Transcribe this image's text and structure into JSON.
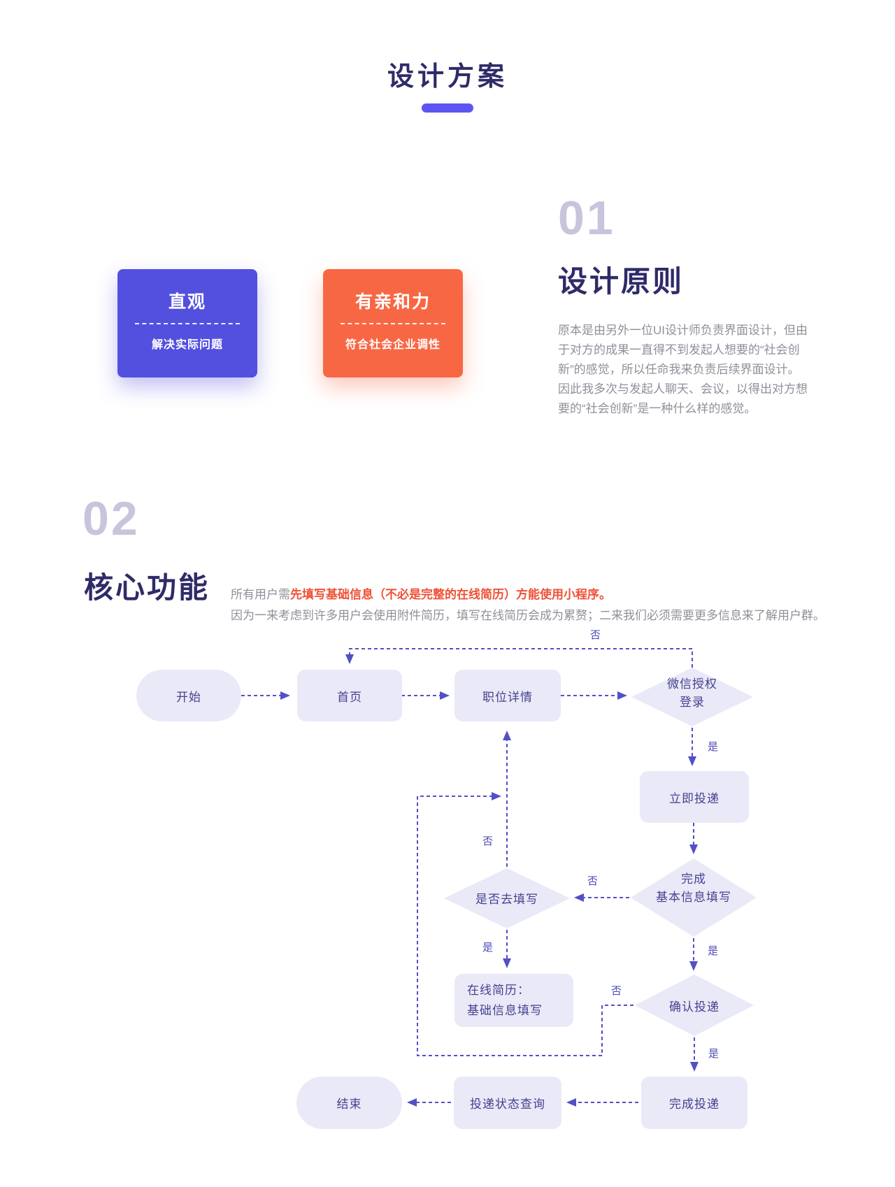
{
  "title": {
    "text": "设计方案"
  },
  "section_01": {
    "number": "01",
    "heading": "设计原则",
    "paragraph_lines": [
      "原本是由另外一位UI设计师负责界面设计，但由",
      "于对方的成果一直得不到发起人想要的“社会创",
      "新”的感觉，所以任命我来负责后续界面设计。",
      "因此我多次与发起人聊天、会议，以得出对方想",
      "要的“社会创新”是一种什么样的感觉。"
    ],
    "cards": [
      {
        "title": "直观",
        "subtitle": "解决实际问题",
        "color": "#5350df"
      },
      {
        "title": "有亲和力",
        "subtitle": "符合社会企业调性",
        "color": "#f86744"
      }
    ]
  },
  "section_02": {
    "number": "02",
    "heading": "核心功能",
    "desc_prefix": "所有用户需",
    "desc_highlight": "先填写基础信息（不必是完整的在线简历）方能使用小程序。",
    "desc_line2": "因为一来考虑到许多用户会使用附件简历，填写在线简历会成为累赘；二来我们必须需要更多信息来了解用户群。"
  },
  "flowchart": {
    "nodes": [
      {
        "id": "start",
        "label": "开始"
      },
      {
        "id": "home",
        "label": "首页"
      },
      {
        "id": "job-detail",
        "label": "职位详情"
      },
      {
        "id": "wechat-auth",
        "label": "微信授权\n登录"
      },
      {
        "id": "apply-now",
        "label": "立即投递"
      },
      {
        "id": "complete-basic-info",
        "label": "完成\n基本信息填写"
      },
      {
        "id": "fill-decision",
        "label": "是否去填写"
      },
      {
        "id": "online-resume",
        "label": "在线简历：\n基础信息填写"
      },
      {
        "id": "confirm-submit",
        "label": "确认投递"
      },
      {
        "id": "submit-complete",
        "label": "完成投递"
      },
      {
        "id": "status-query",
        "label": "投递状态查询"
      },
      {
        "id": "end",
        "label": "结束"
      }
    ],
    "labels": {
      "yes": "是",
      "no": "否"
    }
  },
  "colors": {
    "accent_purple": "#5350df",
    "accent_orange": "#f86744",
    "title_pill": "#5c55f1",
    "heading_navy": "#2f2b68",
    "number_gray": "#c7c5db",
    "body_gray": "#8f8f9a",
    "highlight_red": "#ef5136",
    "node_fill": "#e9e9f8",
    "node_text": "#45428f",
    "edge_indigo": "#5350c6"
  }
}
